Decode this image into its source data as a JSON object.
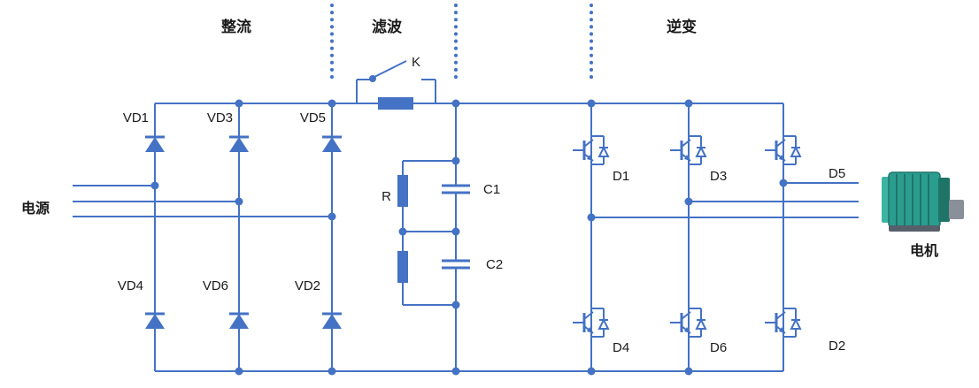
{
  "sections": {
    "rectifier": "整流",
    "filter": "滤波",
    "inverter": "逆变"
  },
  "power_source": "电源",
  "motor": "电机",
  "filter_components": {
    "bypass_switch": "K",
    "balance_resistor": "R",
    "capacitor_1": "C1",
    "capacitor_2": "C2"
  },
  "rectifier_diodes": {
    "top_row": [
      "VD1",
      "VD3",
      "VD5"
    ],
    "bottom_row": [
      "VD4",
      "VD6",
      "VD2"
    ]
  },
  "inverter_switches": {
    "top_row": [
      "D1",
      "D3",
      "D5"
    ],
    "bottom_row": [
      "D4",
      "D6",
      "D2"
    ]
  },
  "colors": {
    "circuit": "#4472C4",
    "text": "#1a1a1a",
    "motor_body": "#2a9d8f",
    "motor_dark": "#1f7468",
    "motor_gray": "#8a9099"
  }
}
